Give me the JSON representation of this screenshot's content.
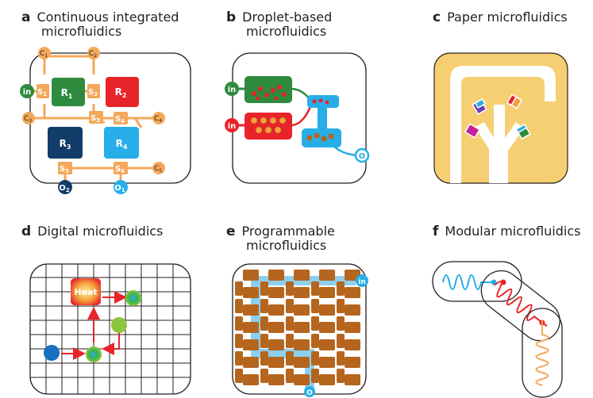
{
  "panels": [
    {
      "letter": "a",
      "title_line1": "Continuous integrated",
      "title_line2": "microfluidics"
    },
    {
      "letter": "b",
      "title_line1": "Droplet-based",
      "title_line2": "microfluidics"
    },
    {
      "letter": "c",
      "title_line1": "Paper microfluidics",
      "title_line2": ""
    },
    {
      "letter": "d",
      "title_line1": "Digital microfluidics",
      "title_line2": ""
    },
    {
      "letter": "e",
      "title_line1": "Programmable",
      "title_line2": "microfluidics"
    },
    {
      "letter": "f",
      "title_line1": "Modular microfluidics",
      "title_line2": ""
    }
  ],
  "panel_a": {
    "inlet": "in",
    "reactors": [
      {
        "name": "R",
        "sub": "1",
        "color": "#2e8b3e"
      },
      {
        "name": "R",
        "sub": "2",
        "color": "#e8232a"
      },
      {
        "name": "R",
        "sub": "3",
        "color": "#123d6a"
      },
      {
        "name": "R",
        "sub": "4",
        "color": "#27aee8"
      }
    ],
    "switches": [
      {
        "name": "S",
        "sub": "1"
      },
      {
        "name": "S",
        "sub": "2"
      },
      {
        "name": "S",
        "sub": "3"
      },
      {
        "name": "S",
        "sub": "4"
      },
      {
        "name": "S",
        "sub": "5"
      },
      {
        "name": "S",
        "sub": "6"
      }
    ],
    "connectors": [
      {
        "name": "C",
        "sub": "1"
      },
      {
        "name": "C",
        "sub": "2"
      },
      {
        "name": "C",
        "sub": "3"
      },
      {
        "name": "C",
        "sub": "4"
      },
      {
        "name": "C",
        "sub": "5"
      }
    ],
    "outlets": [
      {
        "name": "O",
        "sub": "2"
      },
      {
        "name": "O",
        "sub": "1"
      }
    ],
    "colors": {
      "channel": "#f4a85a",
      "inlet": "#2e8b3e"
    }
  },
  "panel_b": {
    "inlet_top": "in",
    "inlet_bottom": "in",
    "outlet": "O",
    "colors": {
      "green": "#2e8b3e",
      "red": "#e8232a",
      "blue": "#27aee8",
      "droplet": "#f4a85a"
    }
  },
  "panel_c": {
    "colors": {
      "paper": "#f6cf73",
      "channel": "#ffffff"
    }
  },
  "panel_d": {
    "heat_label": "Heat",
    "colors": {
      "grid": "#231f20",
      "arrow": "#e8232a"
    }
  },
  "panel_e": {
    "inlet": "in",
    "outlet": "O",
    "colors": {
      "valve": "#b5651d",
      "channel": "#8ccfef"
    }
  },
  "panel_f": {
    "colors": {
      "blue": "#27aee8",
      "red": "#e8232a",
      "orange": "#f4a85a"
    }
  }
}
